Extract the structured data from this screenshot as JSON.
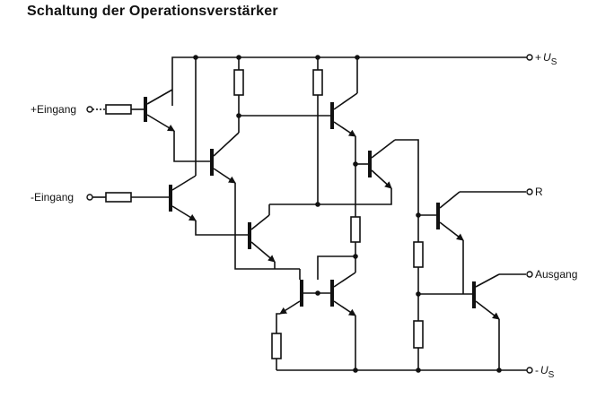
{
  "title": "Schaltung der Operationsverstärker",
  "labels": {
    "plus_input": "+Eingang",
    "minus_input": "-Eingang",
    "supply_top_sign": "+",
    "supply_main": "U",
    "supply_sub": "S",
    "supply_bottom_sign": "-",
    "r_terminal": "R",
    "output": "Ausgang"
  }
}
